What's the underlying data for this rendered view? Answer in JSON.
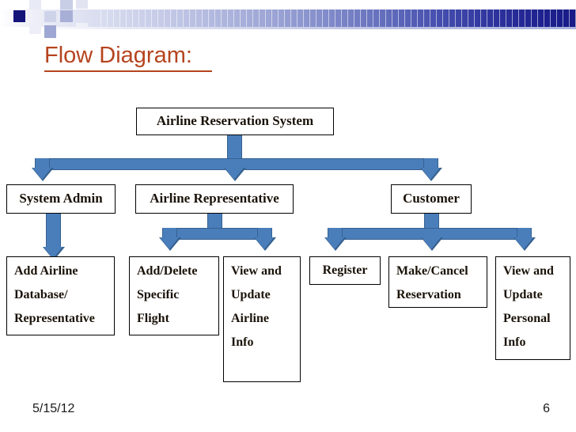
{
  "slide": {
    "title": "Flow Diagram:",
    "footer_date": "5/15/12",
    "footer_page": "6",
    "accent_title_color": "#b5441e",
    "arrow_fill_color": "#4a7ebb",
    "arrow_border_color": "#36618f",
    "header_gradient_end": "#171a86",
    "box_border_color": "#000000",
    "background_color": "#ffffff"
  },
  "diagram": {
    "type": "flow-diagram",
    "root": {
      "label": "Airline Reservation System"
    },
    "level2": [
      {
        "label": "System Admin"
      },
      {
        "label": "Airline Representative"
      },
      {
        "label": "Customer"
      }
    ],
    "level3": [
      {
        "label": "Add Airline Database/ Representative",
        "parent": "System Admin"
      },
      {
        "label": "Add/Delete Specific Flight",
        "parent": "Airline Representative"
      },
      {
        "label": "View and Update Airline Info",
        "parent": "Airline Representative"
      },
      {
        "label": "Register",
        "parent": "Customer"
      },
      {
        "label": "Make/Cancel Reservation",
        "parent": "Customer"
      },
      {
        "label": "View and Update Personal Info",
        "parent": "Customer"
      }
    ],
    "box_lines": {
      "root": [
        "Airline Reservation System"
      ],
      "system_admin": [
        "System Admin"
      ],
      "airline_rep": [
        "Airline Representative"
      ],
      "customer": [
        "Customer"
      ],
      "add_airline_db": [
        "Add Airline",
        "Database/",
        "Representative"
      ],
      "add_delete_flight": [
        "Add/Delete",
        "Specific",
        "Flight"
      ],
      "view_update_airline": [
        "View and",
        "Update",
        "Airline",
        "Info"
      ],
      "register": [
        "Register"
      ],
      "make_cancel": [
        "Make/Cancel",
        "Reservation"
      ],
      "view_update_personal": [
        "View and",
        "Update",
        "Personal",
        "Info"
      ]
    }
  }
}
